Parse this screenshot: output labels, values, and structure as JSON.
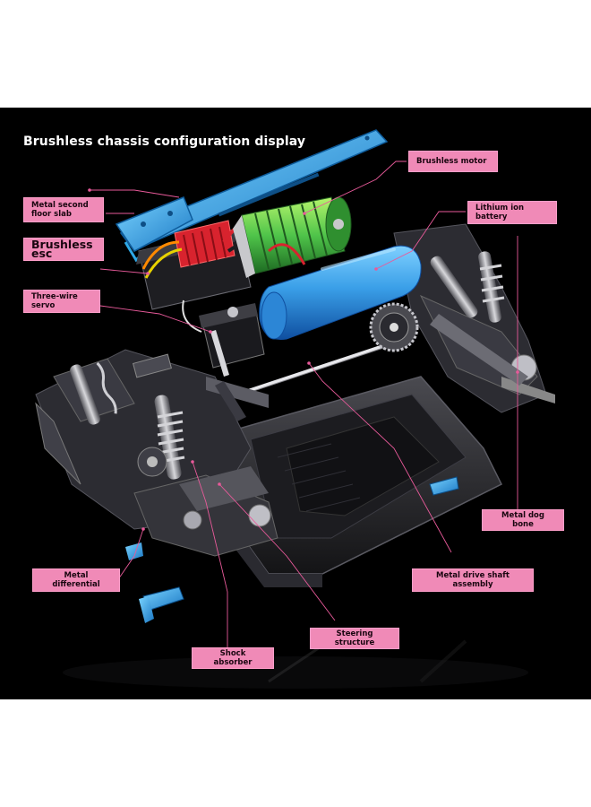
{
  "title": "Brushless chassis configuration display",
  "labels": {
    "brushless_motor": "Brushless motor",
    "metal_second_floor_slab_line1": "Metal second",
    "metal_second_floor_slab_line2": "floor slab",
    "lithium_ion_battery": "Lithium ion battery",
    "brushless_esc": "Brushless esc",
    "three_wire_servo": "Three-wire servo",
    "metal_dog_bone": "Metal dog bone",
    "metal_differential": "Metal differential",
    "metal_drive_shaft_assembly": "Metal drive shaft assembly",
    "steering_structure": "Steering structure",
    "shock_absorber": "Shock absorber"
  },
  "colors": {
    "background": "#000000",
    "label_fill": "#f08ab7",
    "leader_line": "#e85a9a",
    "aluminum_blue": "#2ea8e6",
    "battery_blue": "#3a9fe8",
    "motor_green": "#4fc44a",
    "esc_red": "#d8232e",
    "chassis_dark": "#2a2a2e"
  }
}
